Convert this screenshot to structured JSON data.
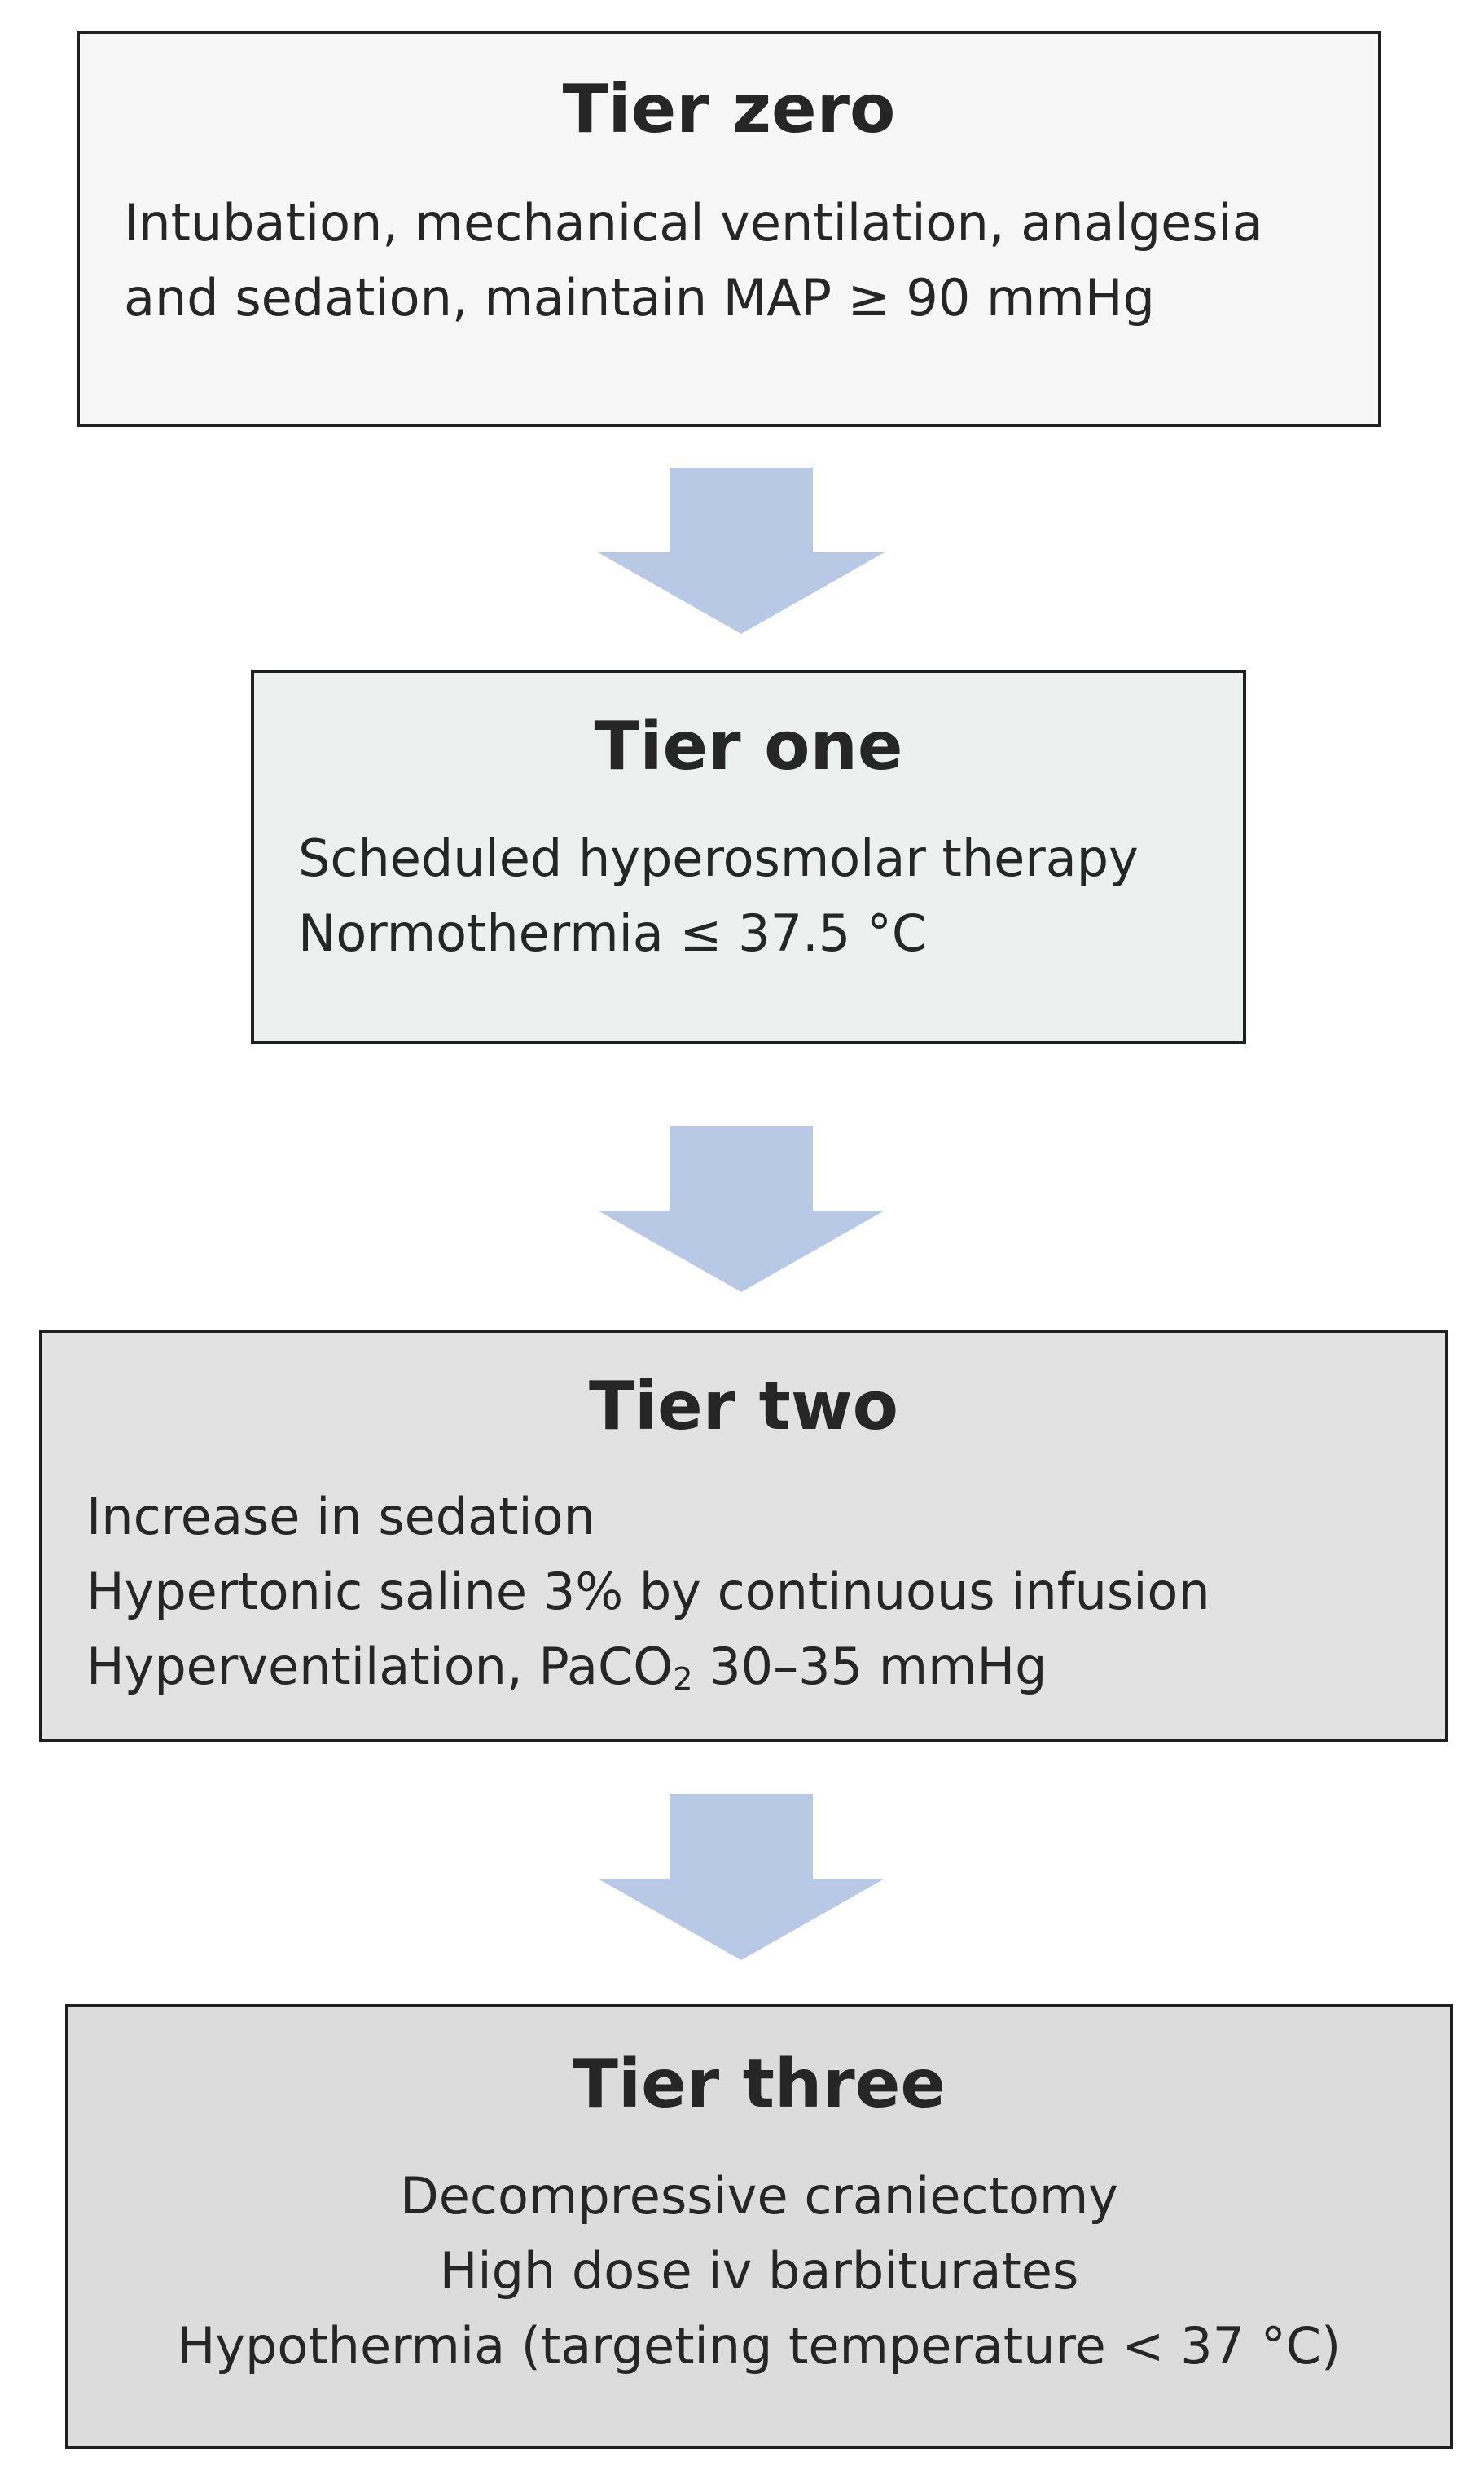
{
  "tiers": [
    {
      "title": "Tier zero",
      "fill": "#f7f7f7",
      "align": "left",
      "lines": [
        "Intubation, mechanical ventilation, analgesia",
        "and sedation, maintain MAP ≥ 90 mmHg"
      ]
    },
    {
      "title": "Tier one",
      "fill": "#eef0ef",
      "align": "left",
      "lines": [
        "Scheduled hyperosmolar therapy",
        "Normothermia ≤ 37.5 °C"
      ]
    },
    {
      "title": "Tier two",
      "fill": "#e2e2e2",
      "align": "left",
      "lines": [
        "Increase in sedation",
        "Hypertonic saline 3% by continuous infusion"
      ],
      "line3": {
        "prefix": "Hyperventilation, PaCO",
        "subscript": "2",
        "suffix": " 30–35 mmHg"
      }
    },
    {
      "title": "Tier three",
      "fill": "#dcdcdc",
      "align": "center",
      "lines": [
        "Decompressive craniectomy",
        "High dose iv barbiturates",
        "Hypothermia (targeting temperature < 37 °C)"
      ]
    }
  ],
  "arrow_color": "#b8c9e6",
  "border_color": "#1f1f1f"
}
